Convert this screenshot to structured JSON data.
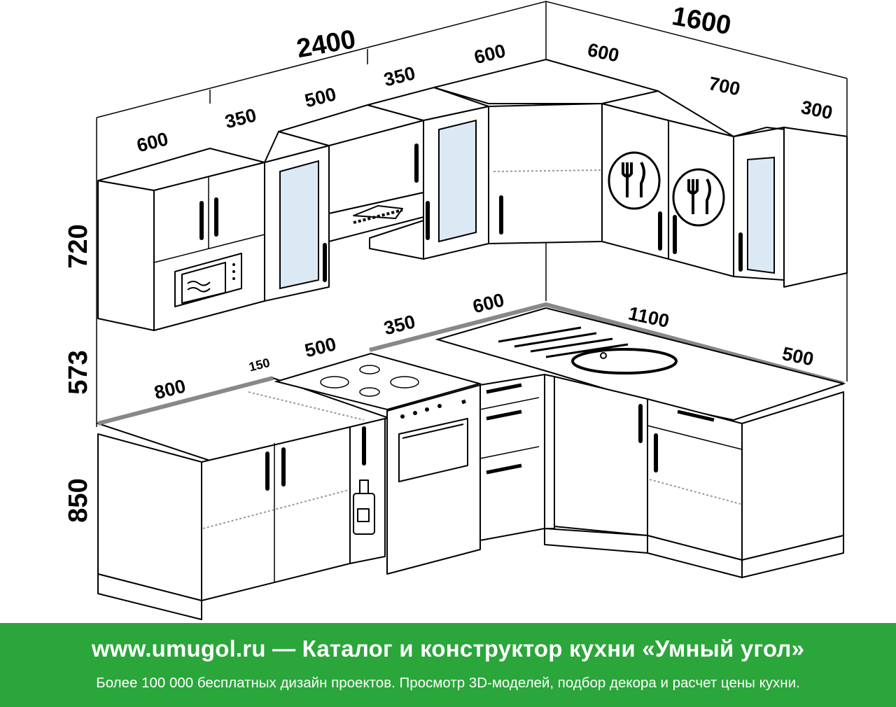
{
  "diagram": {
    "upper_total_left": "2400",
    "upper_total_right": "1600",
    "upper_left": [
      "600",
      "350",
      "500",
      "350",
      "600"
    ],
    "upper_right": [
      "600",
      "700",
      "300"
    ],
    "height_upper": "720",
    "height_middle": "573",
    "height_lower": "850",
    "lower_left": [
      "800",
      "150",
      "500",
      "350",
      "600"
    ],
    "lower_right": [
      "1100",
      "500"
    ]
  },
  "footer": {
    "headline": "www.umugol.ru  —  Каталог и конструктор кухни «Умный угол»",
    "subline": "Более 100 000 бесплатных дизайн проектов. Просмотр 3D-моделей, подбор декора и расчет цены кухни."
  }
}
